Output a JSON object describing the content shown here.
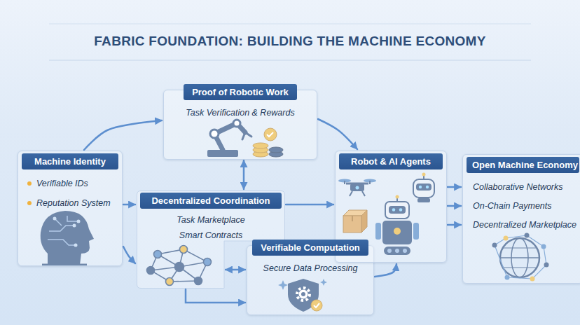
{
  "diagram": {
    "title": "FABRIC FOUNDATION: BUILDING THE MACHINE ECONOMY",
    "nodes": [
      {
        "text": [
          "Machine Identity",
          "Verifiable IDs",
          "Reputation System"
        ]
      },
      {
        "text": [
          "Proof of Robotic Work",
          "Task Verification & Rewards"
        ]
      },
      {
        "text": [
          "Decentralized Coordination",
          "Task Marketplace",
          "Smart Contracts"
        ]
      },
      {
        "text": [
          "Verifiable Computation",
          "Secure Data Processing"
        ]
      },
      {
        "text": [
          "Robot & AI Agents"
        ]
      },
      {
        "text": [
          "Open Machine Economy",
          "Collaborative Networks",
          "On-Chain Payments",
          "Decentralized Marketplace"
        ]
      }
    ],
    "edges": [
      {
        "from": 0,
        "to": 1,
        "arrow": "to"
      },
      {
        "from": 0,
        "to": 2,
        "arrow": "to"
      },
      {
        "from": 0,
        "to": 2,
        "arrow": "to"
      },
      {
        "from": 1,
        "to": 2,
        "arrow": "both"
      },
      {
        "from": 1,
        "to": 4,
        "arrow": "to"
      },
      {
        "from": 2,
        "to": 4,
        "arrow": "to"
      },
      {
        "from": 2,
        "to": 3,
        "arrow": "both"
      },
      {
        "from": 2,
        "to": 3,
        "arrow": "to"
      },
      {
        "from": 3,
        "to": 4,
        "arrow": "to"
      },
      {
        "from": 4,
        "to": 5,
        "arrow": "to"
      },
      {
        "from": 4,
        "to": 5,
        "arrow": "to"
      },
      {
        "from": 4,
        "to": 5,
        "arrow": "to"
      }
    ]
  }
}
